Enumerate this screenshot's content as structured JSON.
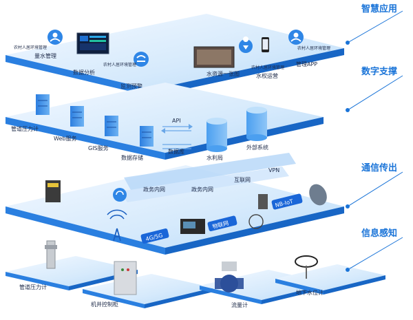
{
  "layers": {
    "smart_app": "智慧应用",
    "digital_support": "数字支撑",
    "comm": "通信传出",
    "sensing": "信息感知"
  },
  "app_layer": {
    "tag_rural1": "农村人居环境管理",
    "water_mgmt": "量水管理",
    "data_analysis": "数据分析",
    "tag_rural2": "农村人居环境管理",
    "monitor_warning": "监测预警",
    "water_map": "水资源一张图",
    "tag_rural3": "农村人居环境管理",
    "water_rights": "水权运营",
    "tag_rural4": "农村人居环境管理",
    "manage_app": "管理APP"
  },
  "support_layer": {
    "pipe_meter": "管道压力计",
    "web_service": "Web服务",
    "gis_service": "GIS服务",
    "data_storage": "数据存储",
    "api": "API",
    "database": "数据库",
    "water_bureau": "水利局",
    "external_sys": "外部系统"
  },
  "comm_layer": {
    "vpn": "VPN",
    "gov_net1": "政务内网",
    "gov_net2": "政务内网",
    "internet": "互联网",
    "nb_iot": "NB-IoT",
    "net_4g5g": "4G/5G",
    "can_tag": "物联网"
  },
  "sensing_layer": {
    "pipe_meter": "管道压力计",
    "well_cabinet": "机井控制柜",
    "flow_meter": "流量计",
    "groundwater": "地下水位计"
  },
  "colors": {
    "accent": "#1a74d8",
    "plate_top": "#cfe6fb",
    "plate_top2": "#e8f3fd",
    "plate_edge": "#2f86e6",
    "plate_edge_dark": "#1866c5"
  }
}
